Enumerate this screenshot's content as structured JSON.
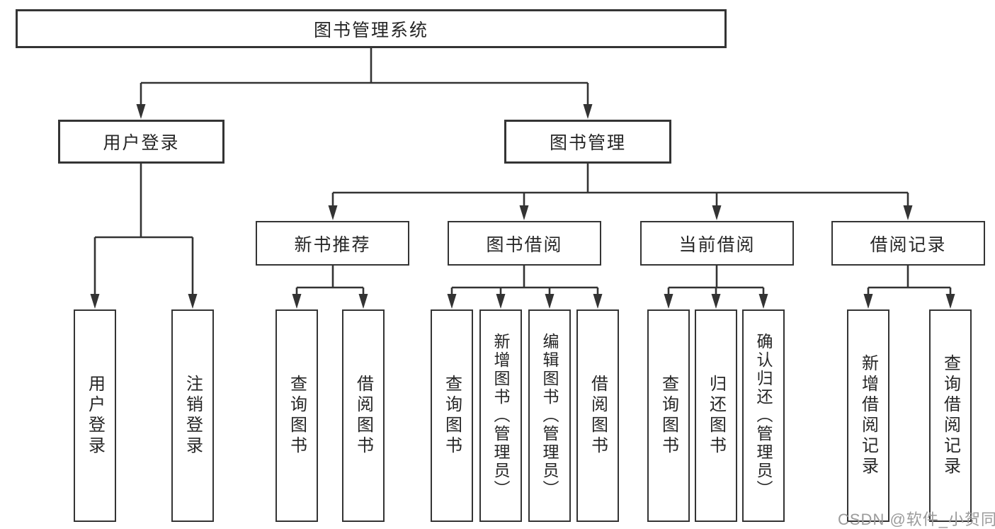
{
  "diagram": {
    "root": {
      "label": "图书管理系统"
    },
    "level2": [
      {
        "label": "用户登录",
        "children": [
          {
            "label": "用户登录"
          },
          {
            "label": "注销登录"
          }
        ]
      },
      {
        "label": "图书管理",
        "children": [
          {
            "label": "新书推荐",
            "children": [
              {
                "label": "查询图书"
              },
              {
                "label": "借阅图书"
              }
            ]
          },
          {
            "label": "图书借阅",
            "children": [
              {
                "label": "查询图书"
              },
              {
                "label": "新增图书（管理员）"
              },
              {
                "label": "编辑图书（管理员）"
              },
              {
                "label": "借阅图书"
              }
            ]
          },
          {
            "label": "当前借阅",
            "children": [
              {
                "label": "查询图书"
              },
              {
                "label": "归还图书"
              },
              {
                "label": "确认归还（管理员）"
              }
            ]
          },
          {
            "label": "借阅记录",
            "children": [
              {
                "label": "新增借阅记录"
              },
              {
                "label": "查询借阅记录"
              }
            ]
          }
        ]
      }
    ]
  },
  "watermark": {
    "text": "CSDN @软件_小贺同学"
  },
  "colors": {
    "line": "#333333",
    "border": "#343434",
    "text": "#262626",
    "background": "#ffffff",
    "watermark": "#9b9b9b"
  }
}
